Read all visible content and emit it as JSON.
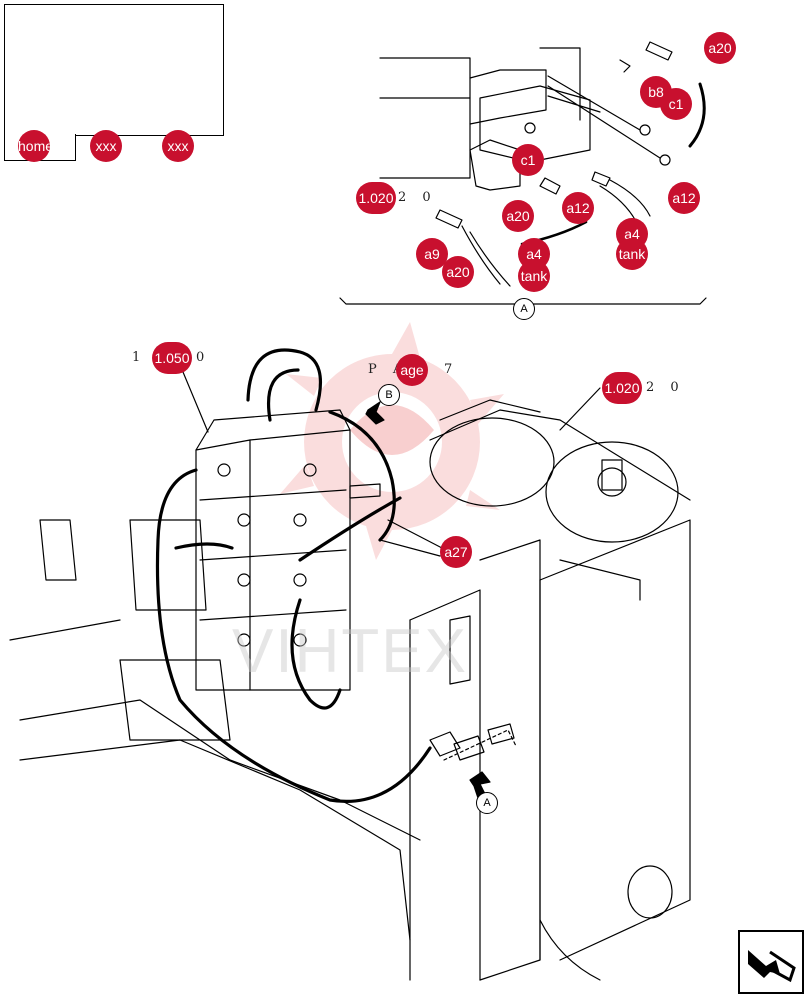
{
  "colors": {
    "hotspot": "#c8102e",
    "watermark": "#f4a9a9",
    "line": "#000000"
  },
  "thumbnail": {
    "tab_label": "home",
    "hotspots": [
      "xxx",
      "xxx"
    ]
  },
  "detail_a": {
    "hotspots": [
      {
        "id": "a20",
        "label": "a20"
      },
      {
        "id": "b8",
        "label": "b8"
      },
      {
        "id": "c1",
        "label": "c1"
      },
      {
        "id": "c1",
        "label": "c1"
      },
      {
        "id": "a12",
        "label": "a12"
      },
      {
        "id": "a20",
        "label": "a20"
      },
      {
        "id": "a12",
        "label": "a12"
      },
      {
        "id": "a4",
        "label": "a4"
      },
      {
        "id": "tank",
        "label": "tank"
      },
      {
        "id": "a9",
        "label": "a9"
      },
      {
        "id": "a20",
        "label": "a20"
      },
      {
        "id": "a4",
        "label": "a4"
      },
      {
        "id": "tank",
        "label": "tank"
      }
    ],
    "ref_label": "1.020 2 0",
    "ref_hotspot": "1.020",
    "view_letter": "A"
  },
  "main": {
    "ref_left_prefix": "1 .",
    "ref_left_hotspot": "1.050",
    "ref_left_suffix": "0",
    "ref_page_prefix": "P A",
    "ref_page_hotspot": "age",
    "ref_page_suffix": "7",
    "ref_right_hotspot": "1.020",
    "ref_right_suffix": "2 0",
    "hotspot_a27": "a27",
    "view_b": "B",
    "view_a": "A",
    "watermark_text": "VIHTEX"
  },
  "nav": {
    "next_icon": "next-page-arrow-icon"
  }
}
